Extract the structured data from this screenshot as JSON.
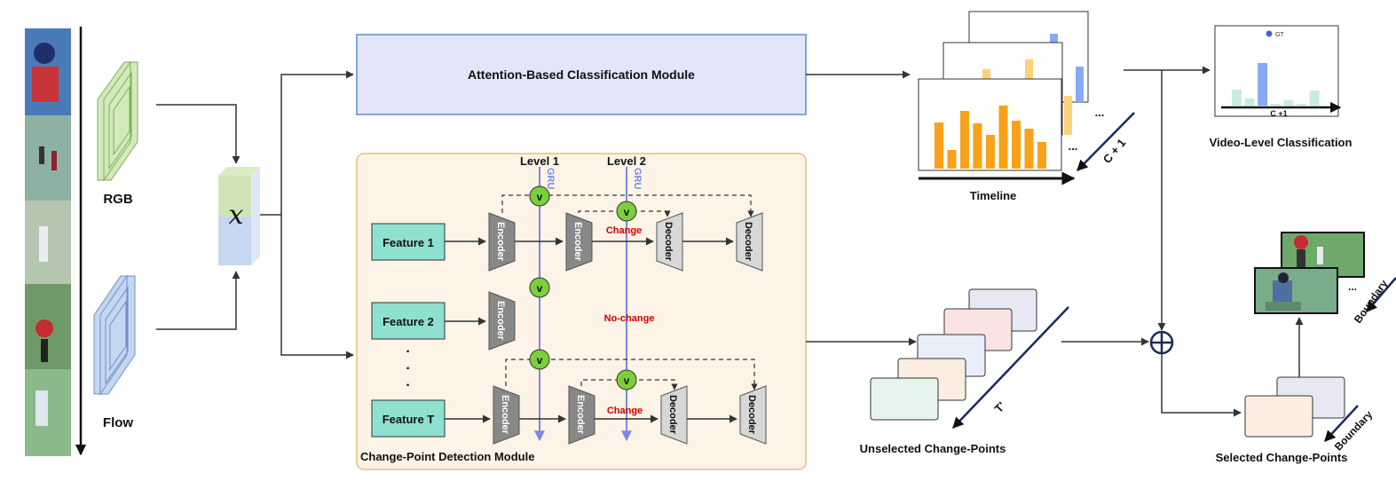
{
  "inputs": {
    "rgb": "RGB",
    "flow": "Flow",
    "feature_symbol": "x"
  },
  "attention_module": {
    "label": "Attention-Based Classification Module"
  },
  "cpd_module": {
    "label": "Change-Point Detection Module",
    "level1": "Level 1",
    "level2": "Level 2",
    "gru": "GRU",
    "gate": "v",
    "encoder": "Encoder",
    "decoder": "Decoder",
    "change": "Change",
    "no_change": "No-change",
    "features": [
      "Feature 1",
      "Feature 2",
      "Feature T"
    ],
    "dots": "·"
  },
  "timeline": {
    "label": "Timeline",
    "classes": "C + 1",
    "ellipsis": "..."
  },
  "video_cls": {
    "label": "Video-Level Classification",
    "gt": "GT",
    "axis": "C +1"
  },
  "unselected": {
    "label": "Unselected Change-Points",
    "count": "T'"
  },
  "selected": {
    "label": "Selected Change-Points",
    "boundary": "Boundary"
  },
  "thumbs": {
    "boundary": "Boundary",
    "ellipsis": "..."
  },
  "colors": {
    "orange": "#f7a21b",
    "blue_bar": "#88aaf5",
    "gate": "#7bcf3b",
    "feature": "#8ee0cf",
    "cpd_bg": "#fdf3e6",
    "attn_bg": "#e3e6fb"
  }
}
